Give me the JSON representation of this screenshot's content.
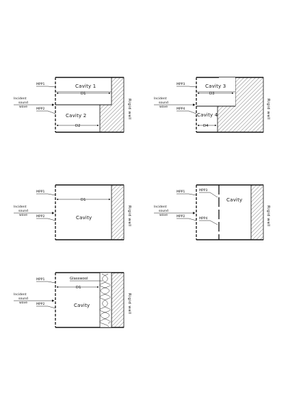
{
  "labels": {
    "mpp1": "MPP1",
    "mpp2": "MPP2",
    "mpp3": "MPP3",
    "mpp4": "MPP4",
    "incident_line1": "Incident",
    "incident_line2": "sound",
    "incident_line3": "wave",
    "rigid_wall": "Rigid wall",
    "cavity": "Cavity",
    "cavity1": "Cavity 1",
    "cavity2": "Cavity 2",
    "cavity3": "Cavity 3",
    "cavity4": "Cavity 4",
    "d1": "D1",
    "d2": "D2",
    "d3": "D3",
    "d4": "D4",
    "glasswool": "Glasswool"
  }
}
